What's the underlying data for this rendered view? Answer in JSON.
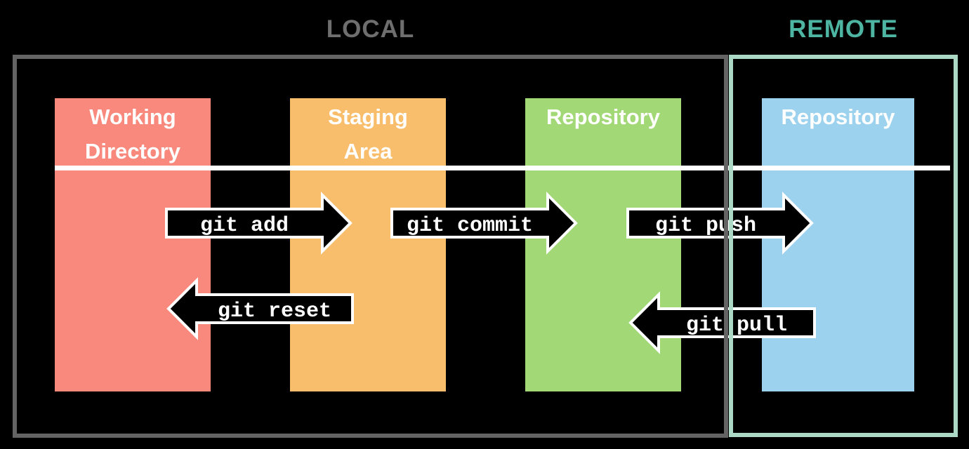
{
  "regions": {
    "local": {
      "label": "LOCAL",
      "label_color": "#6E6E6E",
      "border_color": "#646464"
    },
    "remote": {
      "label": "REMOTE",
      "label_color": "#4DB5A1",
      "border_color": "#ABD9C5"
    }
  },
  "columns": [
    {
      "id": "working-directory",
      "region": "local",
      "title": "Working\nDirectory",
      "color": "#F8897C"
    },
    {
      "id": "staging-area",
      "region": "local",
      "title": "Staging\nArea",
      "color": "#F9BE6C"
    },
    {
      "id": "local-repository",
      "region": "local",
      "title": "Repository",
      "color": "#A3D876"
    },
    {
      "id": "remote-repository",
      "region": "remote",
      "title": "Repository",
      "color": "#9CD2EE"
    }
  ],
  "arrows": [
    {
      "label": "git add",
      "direction": "right",
      "from": "working-directory",
      "to": "staging-area"
    },
    {
      "label": "git commit",
      "direction": "right",
      "from": "staging-area",
      "to": "local-repository"
    },
    {
      "label": "git push",
      "direction": "right",
      "from": "local-repository",
      "to": "remote-repository"
    },
    {
      "label": "git reset",
      "direction": "left",
      "from": "staging-area",
      "to": "working-directory"
    },
    {
      "label": "git pull",
      "direction": "left",
      "from": "remote-repository",
      "to": "local-repository"
    }
  ],
  "colors": {
    "background": "#000000",
    "timeline": "#FFFFFF",
    "arrow_fill": "#000000",
    "arrow_outline": "#FFFFFF",
    "title_text": "#FFFFFF",
    "arrow_text": "#FFFFFF"
  }
}
